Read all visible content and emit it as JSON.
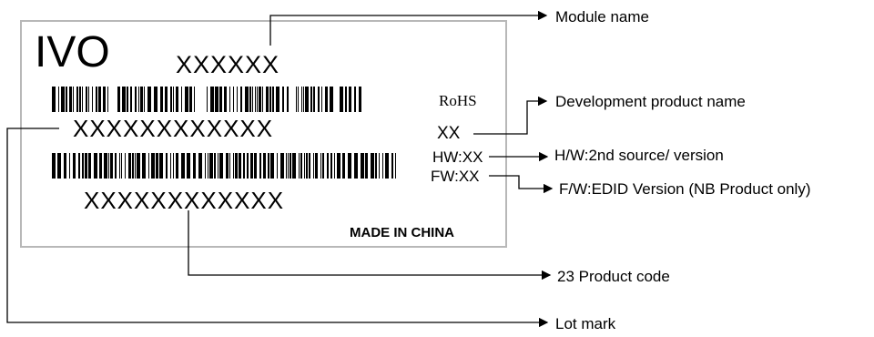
{
  "label": {
    "brand": "IVO",
    "module_code": "XXXXXX",
    "lot_code": "XXXXXXXXXXXX",
    "product_code": "XXXXXXXXXXXX",
    "rohs": "RoHS",
    "dev_code": "XX",
    "hw": "HW:XX",
    "fw": "FW:XX",
    "made_in": "MADE IN CHINA"
  },
  "annotations": {
    "module_name": "Module name",
    "development_product_name": "Development product name",
    "hw_version": "H/W:2nd source/ version",
    "fw_version": "F/W:EDID Version (NB Product only)",
    "product_code": "23 Product code",
    "lot_mark": "Lot mark"
  }
}
